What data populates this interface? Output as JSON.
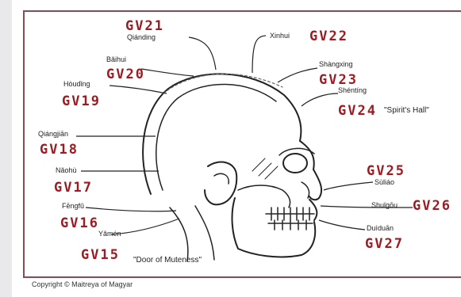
{
  "points": {
    "gv21": {
      "code": "GV21",
      "name": "Qiánding"
    },
    "gv22": {
      "code": "GV22",
      "name": "Xinhui"
    },
    "gv20": {
      "code": "GV20",
      "name": "Bǎihui"
    },
    "gv23": {
      "code": "GV23",
      "name": "Shàngxing"
    },
    "gv19": {
      "code": "GV19",
      "name": "Hòudǐng"
    },
    "gv24": {
      "code": "GV24",
      "name": "Shéntíng",
      "note": "\"Spirit's Hall\""
    },
    "gv18": {
      "code": "GV18",
      "name": "Qiángjiān"
    },
    "gv25": {
      "code": "GV25",
      "name": "Sùliáo"
    },
    "gv17": {
      "code": "GV17",
      "name": "Nǎohù"
    },
    "gv26": {
      "code": "GV26",
      "name": "Shuǐgōu"
    },
    "gv16": {
      "code": "GV16",
      "name": "Fēngfǔ"
    },
    "gv27": {
      "code": "GV27",
      "name": "Duìduān"
    },
    "gv15": {
      "code": "GV15",
      "name": "Yǎmén",
      "note": "\"Door of Muteness\""
    }
  },
  "copyright": "Copyright © Maitreya of Magyar"
}
